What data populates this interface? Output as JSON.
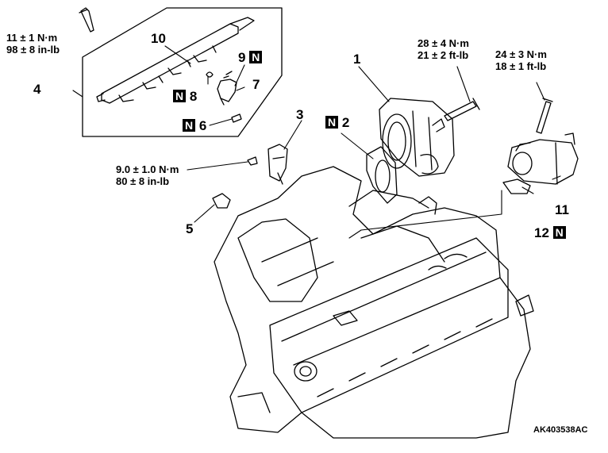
{
  "diagram": {
    "reference_code": "AK403538AC",
    "parts": [
      {
        "id": "1",
        "label": "1"
      },
      {
        "id": "2",
        "label": "2",
        "new_mark": "N"
      },
      {
        "id": "3",
        "label": "3"
      },
      {
        "id": "4",
        "label": "4"
      },
      {
        "id": "5",
        "label": "5"
      },
      {
        "id": "6",
        "label": "6",
        "new_mark": "N"
      },
      {
        "id": "7",
        "label": "7"
      },
      {
        "id": "8",
        "label": "8",
        "new_mark": "N"
      },
      {
        "id": "9",
        "label": "9",
        "new_mark": "N"
      },
      {
        "id": "10",
        "label": "10"
      },
      {
        "id": "11",
        "label": "11"
      },
      {
        "id": "12",
        "label": "12",
        "new_mark": "N"
      }
    ],
    "torques": [
      {
        "id": "fuel-rail-bolt",
        "line1": "11 ± 1 N·m",
        "line2": "98 ± 8 in-lb"
      },
      {
        "id": "throttle-body-bolt",
        "line1": "28 ± 4 N·m",
        "line2": "21 ± 2 ft-lb"
      },
      {
        "id": "egr-valve-bolt",
        "line1": "24 ± 3 N·m",
        "line2": "18 ± 1 ft-lb"
      },
      {
        "id": "bracket-bolt",
        "line1": "9.0 ± 1.0 N·m",
        "line2": "80 ± 8 in-lb"
      }
    ]
  }
}
